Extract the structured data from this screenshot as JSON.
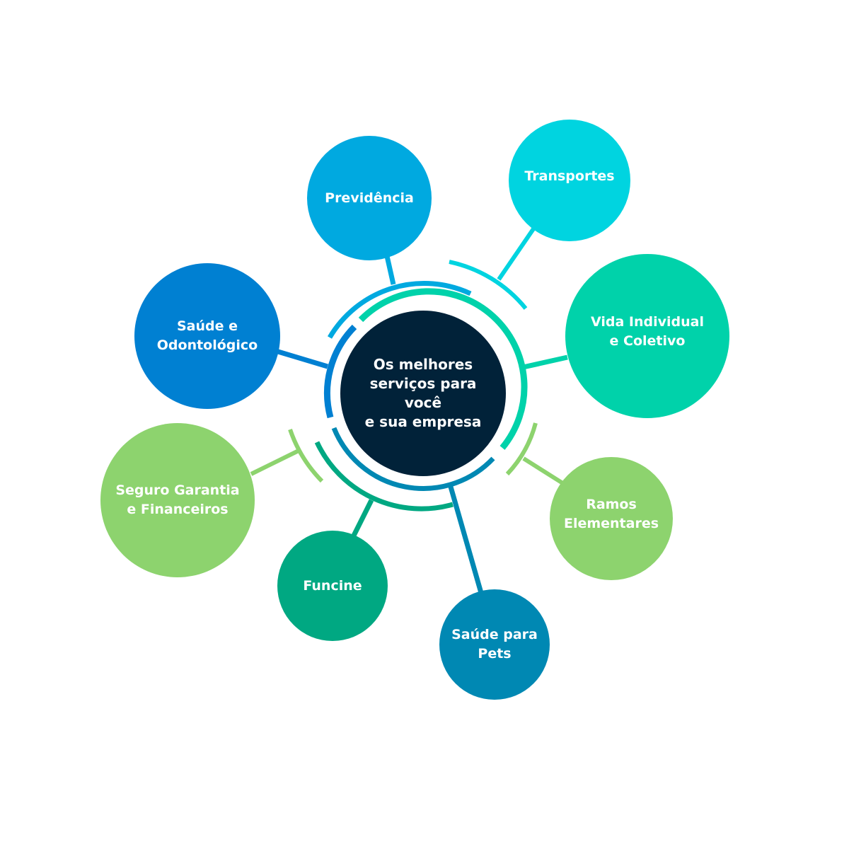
{
  "center": {
    "lines": [
      "Os melhores",
      "serviços para você",
      "e sua empresa"
    ],
    "color": "#012239"
  },
  "nodes": [
    {
      "id": "previdencia",
      "lines": [
        "Previdência"
      ],
      "color": "#00a9e0"
    },
    {
      "id": "transportes",
      "lines": [
        "Transportes"
      ],
      "color": "#00d4e0"
    },
    {
      "id": "vida",
      "lines": [
        "Vida Individual",
        "e Coletivo"
      ],
      "color": "#00d2aa"
    },
    {
      "id": "odonto",
      "lines": [
        "Saúde e",
        "Odontológico"
      ],
      "color": "#0080d2"
    },
    {
      "id": "seguro",
      "lines": [
        "Seguro Garantia",
        "e Financeiros"
      ],
      "color": "#8dd36e"
    },
    {
      "id": "funcine",
      "lines": [
        "Funcine"
      ],
      "color": "#00a882"
    },
    {
      "id": "pets",
      "lines": [
        "Saúde para",
        "Pets"
      ],
      "color": "#0088b3"
    },
    {
      "id": "ramos",
      "lines": [
        "Ramos",
        "Elementares"
      ],
      "color": "#8dd36e"
    }
  ]
}
